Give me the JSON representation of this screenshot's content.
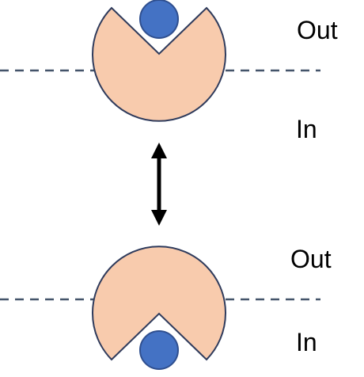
{
  "labels": {
    "out_top": "Out",
    "in_top": "In",
    "out_bottom": "Out",
    "in_bottom": "In"
  },
  "colors": {
    "pacman_fill": "#F8CBAD",
    "pacman_stroke": "#2F3B5C",
    "ball_fill": "#4472C4",
    "ball_stroke": "#2F4F8F",
    "membrane_line": "#44546A",
    "arrow": "#000000"
  }
}
